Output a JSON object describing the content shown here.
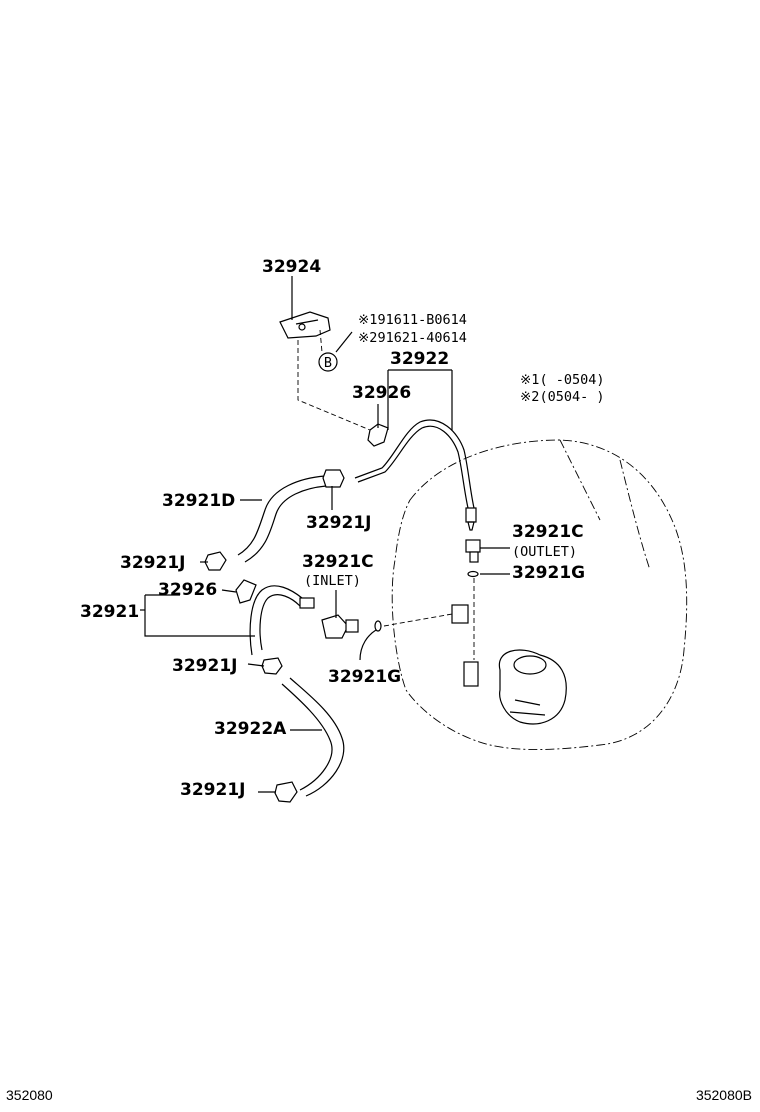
{
  "callouts": {
    "p32924": "32924",
    "ref_note_1": "※191611-B0614",
    "ref_note_2": "※291621-40614",
    "circle_b": "B",
    "p32922": "32922",
    "p32926_top": "32926",
    "p32921D": "32921D",
    "p32921J_upper": "32921J",
    "p32921J_left": "32921J",
    "p32921C_inlet": "32921C",
    "inlet": "(INLET)",
    "p32921C_outlet": "32921C",
    "outlet": "(OUTLET)",
    "p32921G_right": "32921G",
    "p32926_mid": "32926",
    "p32921": "32921",
    "p32921J_mid": "32921J",
    "p32921G_mid": "32921G",
    "p32922A": "32922A",
    "p32921J_bottom": "32921J"
  },
  "notes": {
    "line1": "※1(      -0504)",
    "line2": "※2(0504-      )"
  },
  "footer": {
    "left_code": "352080",
    "right_code": "352080B"
  }
}
